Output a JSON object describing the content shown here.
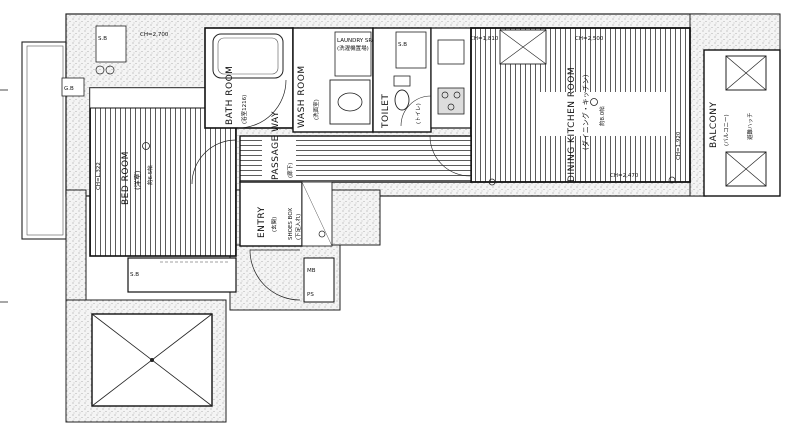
{
  "rooms": {
    "bed_room": {
      "name": "BED ROOM",
      "jp": "(洋室)",
      "area": "約6.5帖"
    },
    "bath_room": {
      "name": "BATH ROOM",
      "jp": "(浴室1216)"
    },
    "wash_room": {
      "name": "WASH ROOM",
      "jp": "(洗面室)"
    },
    "toilet": {
      "name": "TOILET",
      "jp": "(トイレ)"
    },
    "laundry": {
      "name": "LAUNDRY SPACE",
      "jp": "(洗濯機置場)"
    },
    "dining_kitchen": {
      "name": "DINING KITCHEN ROOM",
      "jp": "(ダイニング・キッチン)",
      "area": "約8.0帖"
    },
    "passage": {
      "name": "PASSAGE WAY",
      "jp": "(廊下)"
    },
    "entry": {
      "name": "ENTRY",
      "jp": "(玄関)"
    },
    "shoes_box": {
      "name": "SHOES BOX",
      "jp": "(下足入れ)"
    },
    "balcony": {
      "name": "BALCONY",
      "jp": "(バルコニー)"
    },
    "hatch": {
      "jp": "避難ハッチ"
    }
  },
  "marks": {
    "gb": "G.B",
    "ch_bed": "CH=L.322",
    "ch_dk": "CH=1,920",
    "ch_top1": "CH=1,810",
    "ch_top2": "CH=2,500",
    "ch_dk2": "CH=2,470",
    "ch_bed2": "CH=2,700",
    "sb": "S.B",
    "sb2": "S.B",
    "sb3": "S.B",
    "mb": "MB",
    "ps": "PS"
  }
}
